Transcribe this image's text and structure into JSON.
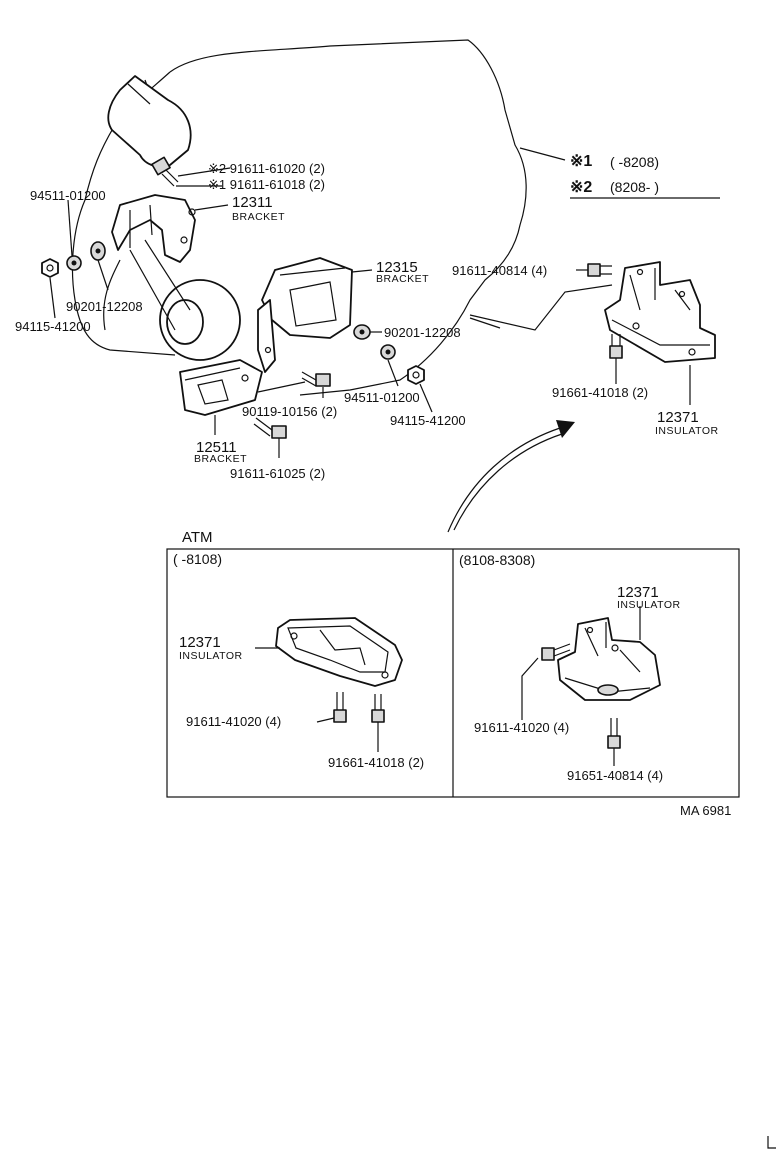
{
  "legend": {
    "note1_mark": "※1",
    "note1_range": "(        -8208)",
    "note2_mark": "※2",
    "note2_range": "(8208-        )"
  },
  "labels": {
    "bolt_top_1": "※2 91611-61020 (2)",
    "bolt_top_2": "※1 91611-61018 (2)",
    "washer_left": "94511-01200",
    "bracket_left_num": "12311",
    "bracket_left_name": "BRACKET",
    "nut_washer_left": "90201-12208",
    "nut_left": "94115-41200",
    "bracket_mid_num": "12315",
    "bracket_mid_name": "BRACKET",
    "washer_mid": "90201-12208",
    "washer_mid2": "94511-01200",
    "nut_mid": "94115-41200",
    "bolt_mid": "90119-10156 (2)",
    "bracket_low_num": "12511",
    "bracket_low_name": "BRACKET",
    "bolt_low": "91611-61025 (2)",
    "bolt_right": "91611-40814 (4)",
    "bolt_right_low": "91661-41018 (2)",
    "insulator_right_num": "12371",
    "insulator_right_name": "INSULATOR"
  },
  "atm": {
    "title": "ATM",
    "left": {
      "range": "(        -8108)",
      "insulator_num": "12371",
      "insulator_name": "INSULATOR",
      "bolt_a": "91611-41020 (4)",
      "bolt_b": "91661-41018 (2)"
    },
    "right": {
      "range": "(8108-8308)",
      "insulator_num": "12371",
      "insulator_name": "INSULATOR",
      "bolt_a": "91611-41020 (4)",
      "bolt_b": "91651-40814 (4)"
    }
  },
  "drawing_code": "MA 6981"
}
